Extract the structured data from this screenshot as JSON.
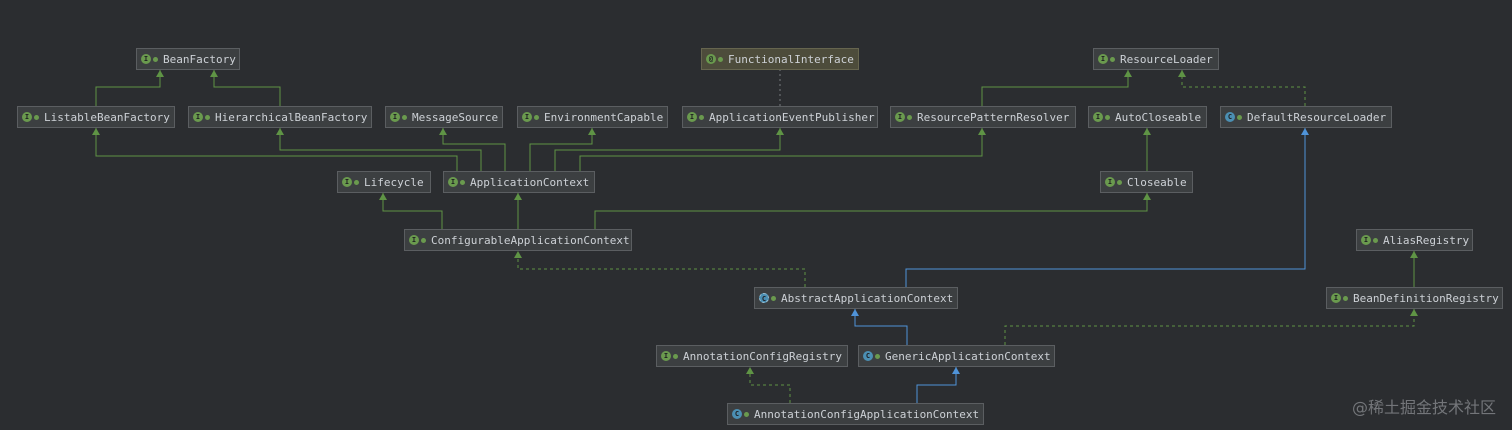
{
  "colors": {
    "background": "#2b2d30",
    "extends_edge": "#5f9445",
    "implements_edge": "#5f9445",
    "class_extends_edge": "#4f93d8",
    "node_background": "#3c3f41",
    "annotation_background": "#4d4c3b"
  },
  "nodes": [
    {
      "id": "BeanFactory",
      "label": "BeanFactory",
      "kind": "interface"
    },
    {
      "id": "FunctionalInterface",
      "label": "FunctionalInterface",
      "kind": "annotation"
    },
    {
      "id": "ResourceLoader",
      "label": "ResourceLoader",
      "kind": "interface"
    },
    {
      "id": "ListableBeanFactory",
      "label": "ListableBeanFactory",
      "kind": "interface"
    },
    {
      "id": "HierarchicalBeanFactory",
      "label": "HierarchicalBeanFactory",
      "kind": "interface"
    },
    {
      "id": "MessageSource",
      "label": "MessageSource",
      "kind": "interface"
    },
    {
      "id": "EnvironmentCapable",
      "label": "EnvironmentCapable",
      "kind": "interface"
    },
    {
      "id": "ApplicationEventPublisher",
      "label": "ApplicationEventPublisher",
      "kind": "interface"
    },
    {
      "id": "ResourcePatternResolver",
      "label": "ResourcePatternResolver",
      "kind": "interface"
    },
    {
      "id": "AutoCloseable",
      "label": "AutoCloseable",
      "kind": "interface"
    },
    {
      "id": "DefaultResourceLoader",
      "label": "DefaultResourceLoader",
      "kind": "class"
    },
    {
      "id": "Lifecycle",
      "label": "Lifecycle",
      "kind": "interface"
    },
    {
      "id": "ApplicationContext",
      "label": "ApplicationContext",
      "kind": "interface"
    },
    {
      "id": "Closeable",
      "label": "Closeable",
      "kind": "interface"
    },
    {
      "id": "ConfigurableApplicationContext",
      "label": "ConfigurableApplicationContext",
      "kind": "interface"
    },
    {
      "id": "AliasRegistry",
      "label": "AliasRegistry",
      "kind": "interface"
    },
    {
      "id": "AbstractApplicationContext",
      "label": "AbstractApplicationContext",
      "kind": "abstract"
    },
    {
      "id": "BeanDefinitionRegistry",
      "label": "BeanDefinitionRegistry",
      "kind": "interface"
    },
    {
      "id": "AnnotationConfigRegistry",
      "label": "AnnotationConfigRegistry",
      "kind": "interface"
    },
    {
      "id": "GenericApplicationContext",
      "label": "GenericApplicationContext",
      "kind": "class"
    },
    {
      "id": "AnnotationConfigApplicationContext",
      "label": "AnnotationConfigApplicationContext",
      "kind": "class"
    }
  ],
  "edges": [
    {
      "from": "ListableBeanFactory",
      "to": "BeanFactory",
      "type": "extends"
    },
    {
      "from": "HierarchicalBeanFactory",
      "to": "BeanFactory",
      "type": "extends"
    },
    {
      "from": "ResourcePatternResolver",
      "to": "ResourceLoader",
      "type": "extends"
    },
    {
      "from": "DefaultResourceLoader",
      "to": "ResourceLoader",
      "type": "implements"
    },
    {
      "from": "ApplicationEventPublisher",
      "to": "FunctionalInterface",
      "type": "annotated"
    },
    {
      "from": "ApplicationContext",
      "to": "ListableBeanFactory",
      "type": "extends"
    },
    {
      "from": "ApplicationContext",
      "to": "HierarchicalBeanFactory",
      "type": "extends"
    },
    {
      "from": "ApplicationContext",
      "to": "MessageSource",
      "type": "extends"
    },
    {
      "from": "ApplicationContext",
      "to": "EnvironmentCapable",
      "type": "extends"
    },
    {
      "from": "ApplicationContext",
      "to": "ApplicationEventPublisher",
      "type": "extends"
    },
    {
      "from": "ApplicationContext",
      "to": "ResourcePatternResolver",
      "type": "extends"
    },
    {
      "from": "Closeable",
      "to": "AutoCloseable",
      "type": "extends"
    },
    {
      "from": "ConfigurableApplicationContext",
      "to": "Lifecycle",
      "type": "extends"
    },
    {
      "from": "ConfigurableApplicationContext",
      "to": "ApplicationContext",
      "type": "extends"
    },
    {
      "from": "ConfigurableApplicationContext",
      "to": "Closeable",
      "type": "extends"
    },
    {
      "from": "AbstractApplicationContext",
      "to": "ConfigurableApplicationContext",
      "type": "implements"
    },
    {
      "from": "AbstractApplicationContext",
      "to": "DefaultResourceLoader",
      "type": "class-extends"
    },
    {
      "from": "BeanDefinitionRegistry",
      "to": "AliasRegistry",
      "type": "extends"
    },
    {
      "from": "GenericApplicationContext",
      "to": "AbstractApplicationContext",
      "type": "class-extends"
    },
    {
      "from": "GenericApplicationContext",
      "to": "BeanDefinitionRegistry",
      "type": "implements"
    },
    {
      "from": "AnnotationConfigApplicationContext",
      "to": "AnnotationConfigRegistry",
      "type": "implements"
    },
    {
      "from": "AnnotationConfigApplicationContext",
      "to": "GenericApplicationContext",
      "type": "class-extends"
    }
  ],
  "watermark": "@稀土掘金技术社区"
}
